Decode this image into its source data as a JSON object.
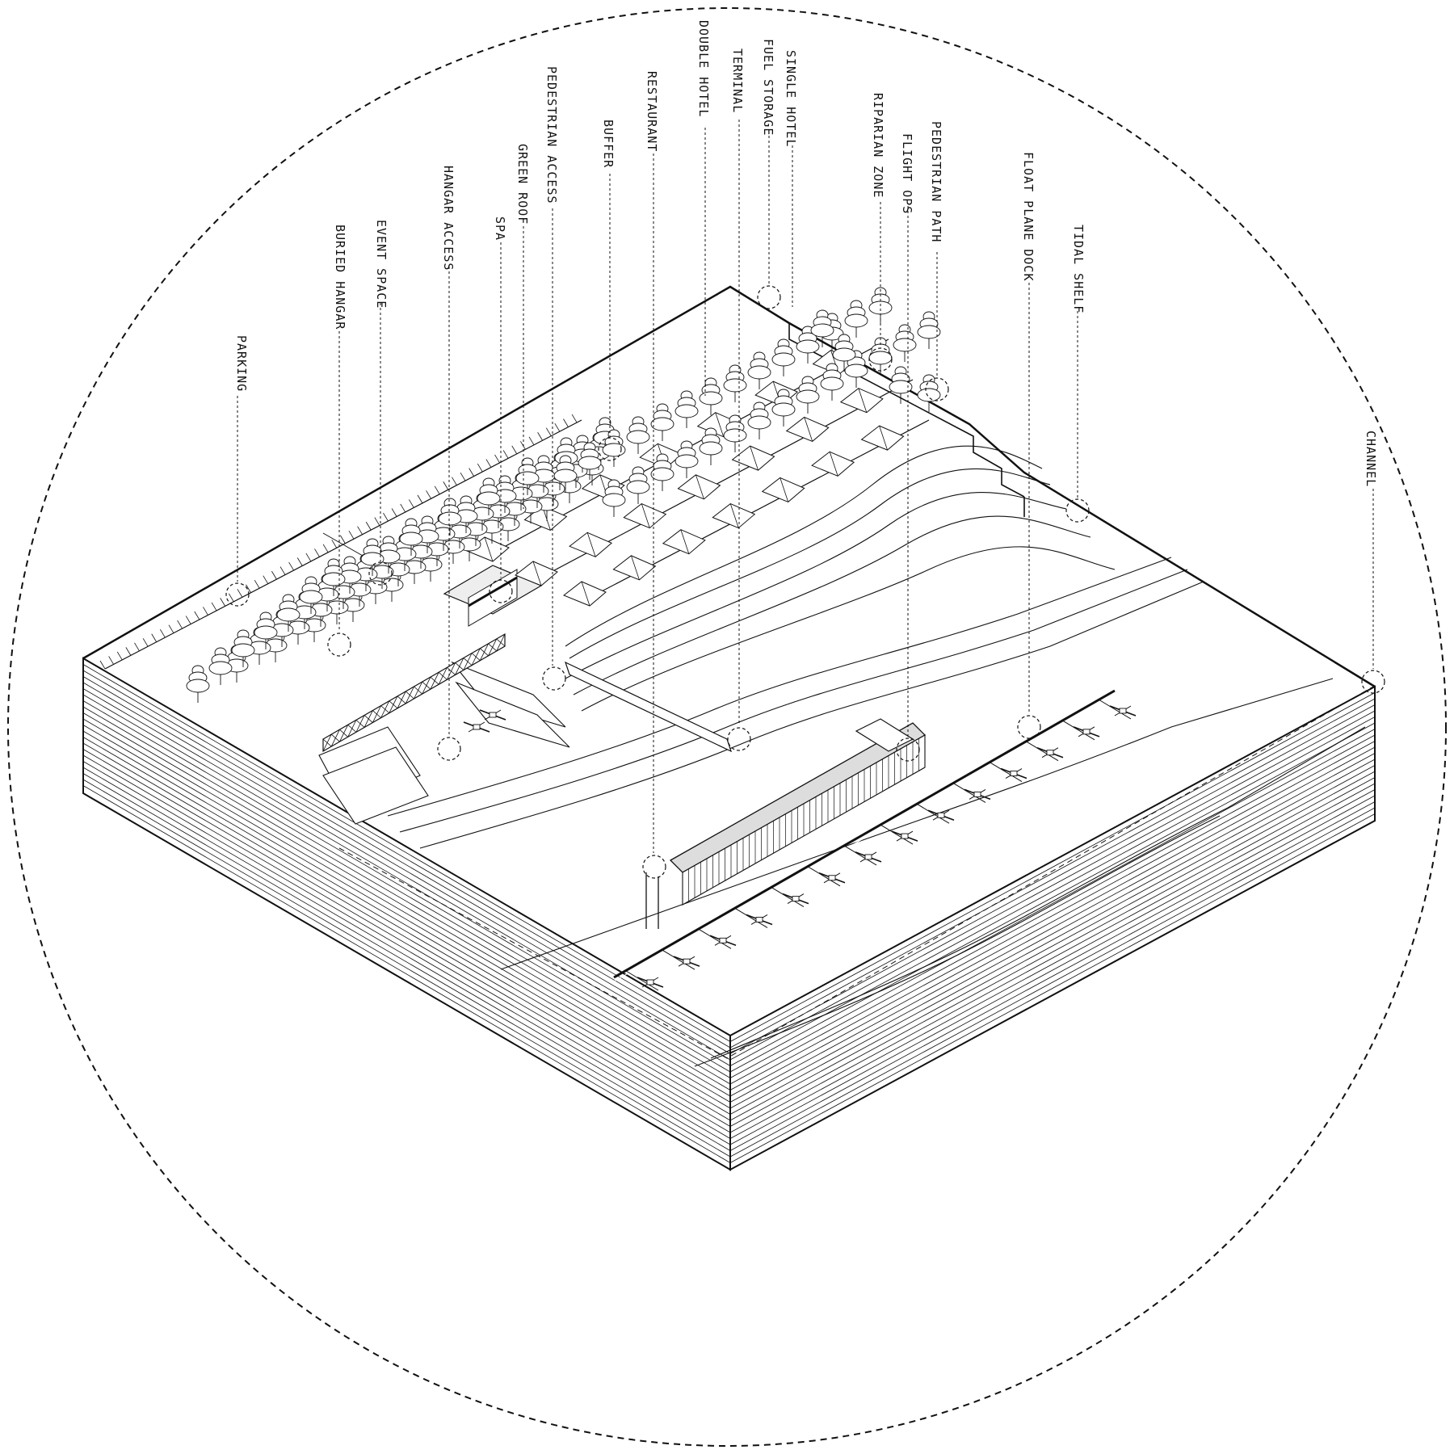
{
  "diagram": {
    "labels": [
      {
        "id": "parking",
        "text": "PARKING"
      },
      {
        "id": "buried-hangar",
        "text": "BURIED HANGAR"
      },
      {
        "id": "event-space",
        "text": "EVENT SPACE"
      },
      {
        "id": "hangar-access",
        "text": "HANGAR ACCESS"
      },
      {
        "id": "spa",
        "text": "SPA"
      },
      {
        "id": "green-roof",
        "text": "GREEN ROOF"
      },
      {
        "id": "pedestrian-access",
        "text": "PEDESTRIAN ACCESS"
      },
      {
        "id": "buffer",
        "text": "BUFFER"
      },
      {
        "id": "restaurant",
        "text": "RESTAURANT"
      },
      {
        "id": "double-hotel",
        "text": "DOUBLE  HOTEL"
      },
      {
        "id": "terminal",
        "text": "TERMINAL"
      },
      {
        "id": "fuel-storage",
        "text": "FUEL STORAGE"
      },
      {
        "id": "single-hotel",
        "text": "SINGLE HOTEL"
      },
      {
        "id": "riparian-zone",
        "text": "RIPARIAN ZONE"
      },
      {
        "id": "flight-ops",
        "text": "FLIGHT OPS"
      },
      {
        "id": "pedestrian-path",
        "text": "PEDESTRIAN PATH"
      },
      {
        "id": "float-plane-dock",
        "text": "FLOAT PLANE DOCK"
      },
      {
        "id": "tidal-shelf",
        "text": "TIDAL SHELF"
      },
      {
        "id": "channel",
        "text": "CHANNEL"
      }
    ]
  }
}
